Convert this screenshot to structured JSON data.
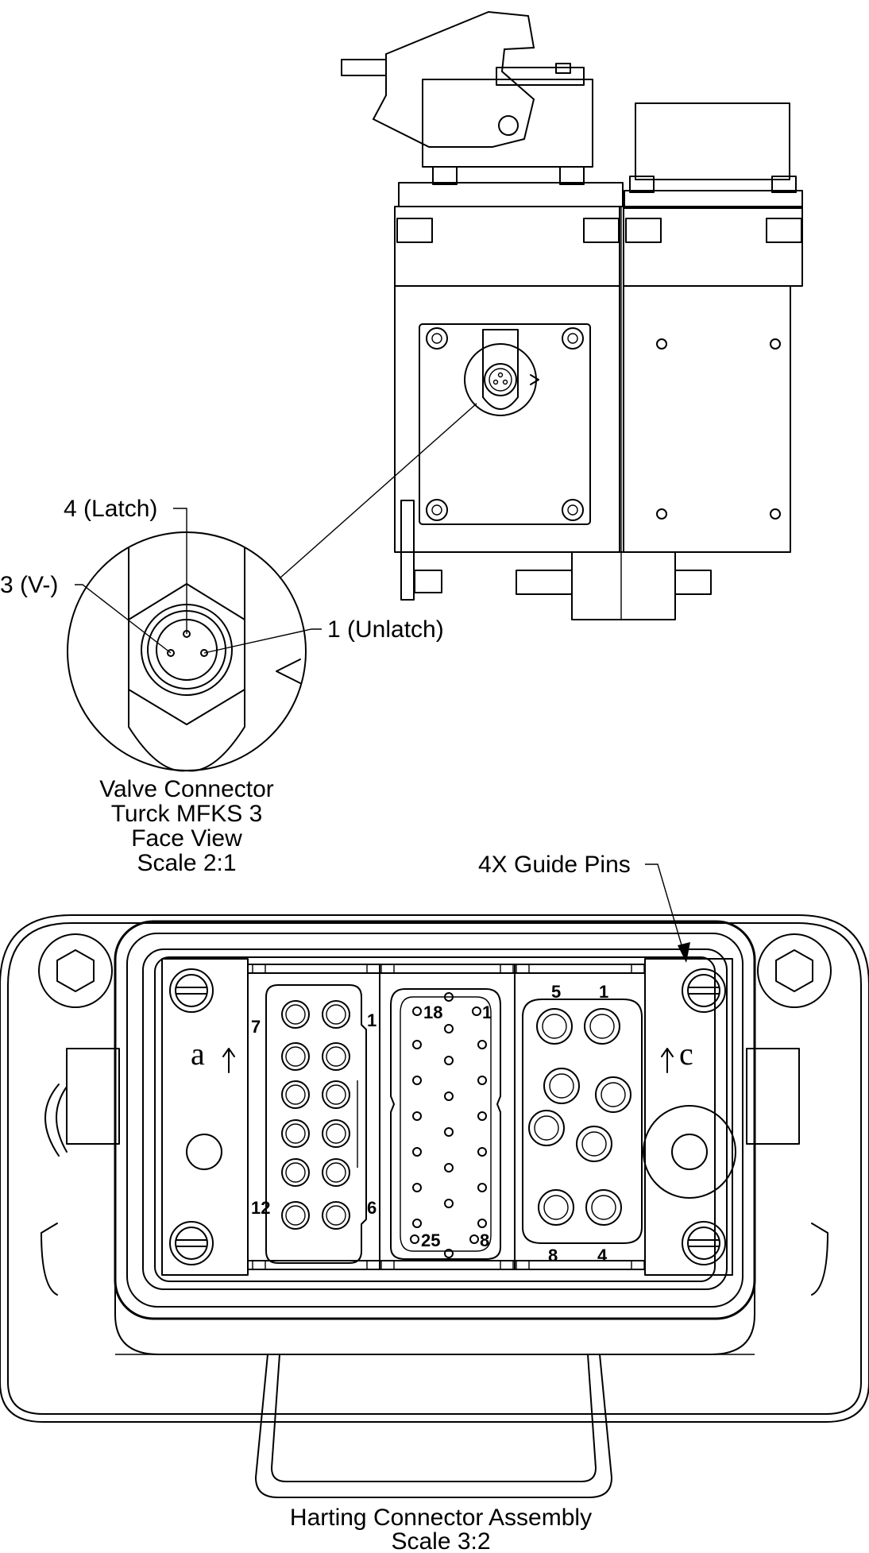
{
  "callouts": {
    "pin4": "4 (Latch)",
    "pin3": "3 (V-)",
    "pin1": "1 (Unlatch)",
    "guide_pins": "4X Guide Pins"
  },
  "valve_caption": [
    "Valve Connector",
    "Turck MFKS 3",
    "Face View",
    "Scale 2:1"
  ],
  "harting_caption": [
    "Harting Connector Assembly",
    "Scale 3:2"
  ],
  "module_letters": {
    "left": "a",
    "right": "c"
  },
  "insert_left_pins": {
    "top_left": "7",
    "top_right": "1",
    "bottom_left": "12",
    "bottom_right": "6"
  },
  "insert_mid_pins": {
    "top_left": "18",
    "top_right": "1",
    "bottom_left": "25",
    "bottom_right": "8"
  },
  "insert_right_pins": {
    "top_left": "5",
    "top_right": "1",
    "bottom_left": "8",
    "bottom_right": "4"
  }
}
